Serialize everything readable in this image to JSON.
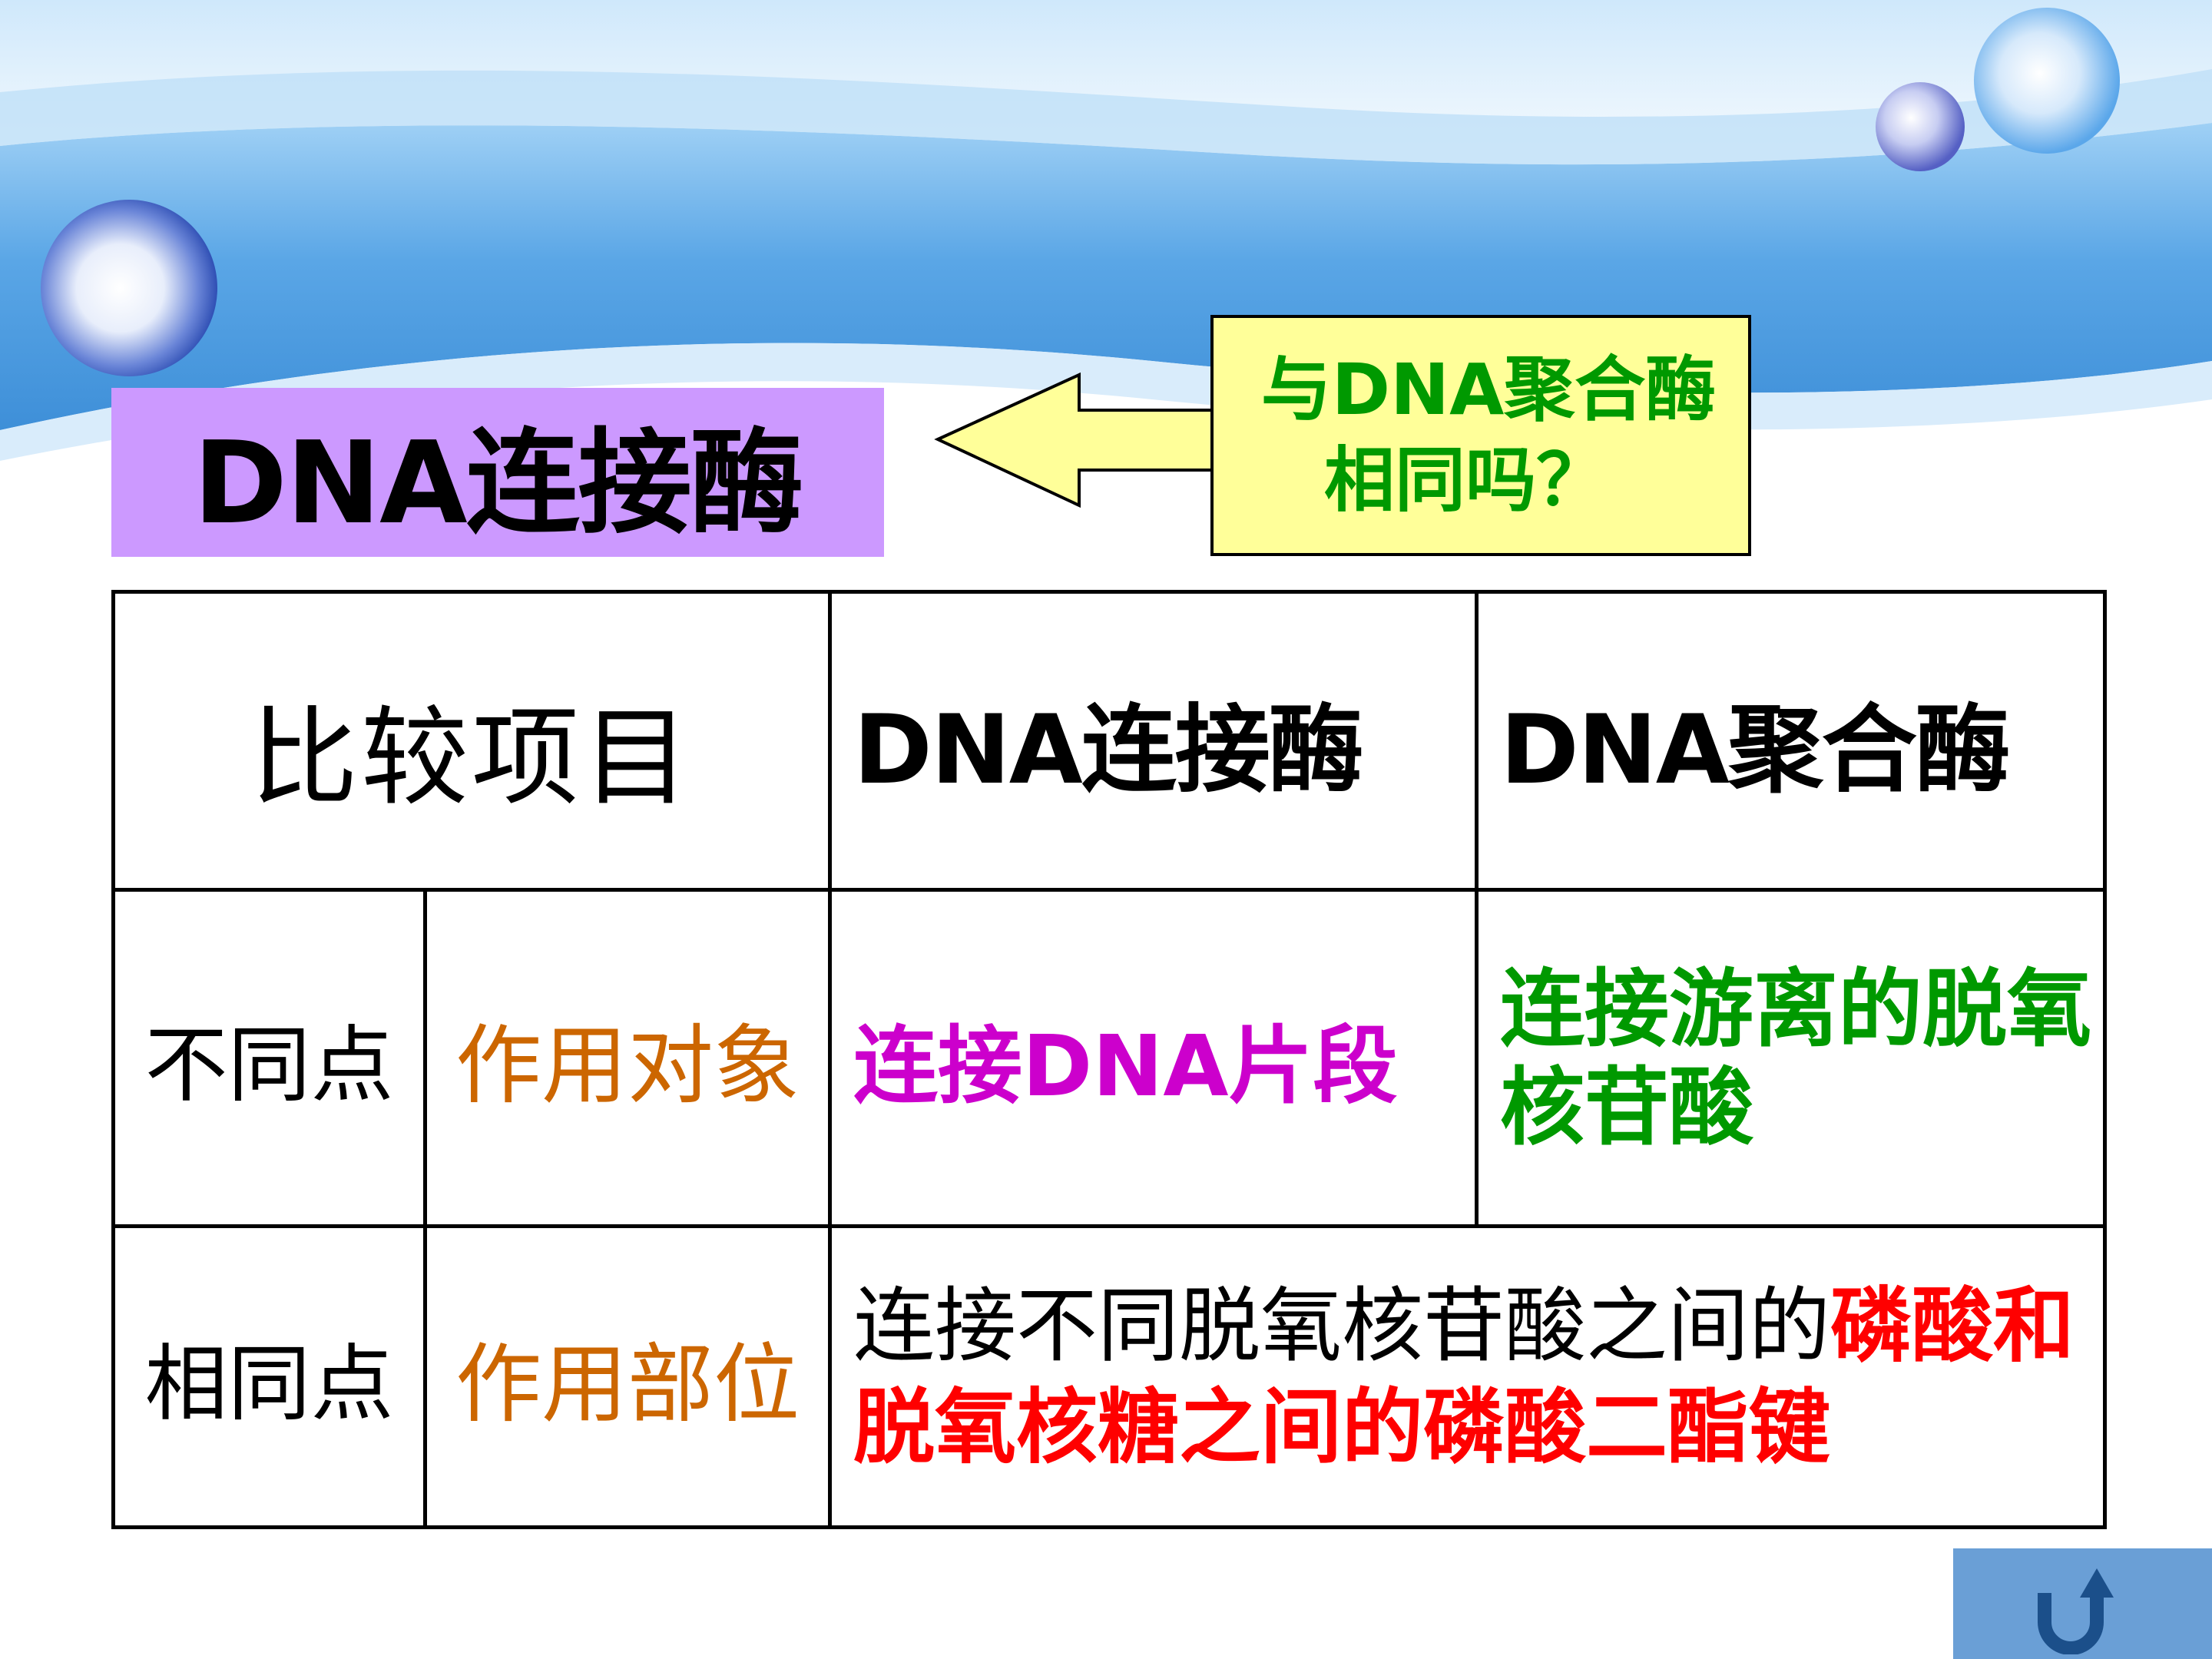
{
  "title": "DNA连接酶",
  "callout": {
    "line1": "与DNA聚合酶",
    "line2": "相同吗？"
  },
  "table": {
    "header": {
      "compare": "比较项目",
      "col1": "DNA连接酶",
      "col2": "DNA聚合酶"
    },
    "diff_row": {
      "label": "不同点",
      "aspect": "作用对象",
      "ligase": "连接DNA片段",
      "polymerase": "连接游离的脱氧核苷酸"
    },
    "same_row": {
      "label": "相同点",
      "aspect": "作用部位",
      "text_black": "连接不同脱氧核苷酸之间的",
      "text_red": "磷酸和脱氧核糖之间的磷酸二酯键"
    }
  },
  "colors": {
    "title_bg": "#cc99ff",
    "callout_bg": "#ffff99",
    "aspect_text": "#cc6600",
    "ligase_text": "#cc00cc",
    "polymerase_text": "#009900",
    "highlight_text": "#ff0000",
    "header_band": "#5aa6e6",
    "back_button": "#6a9fd6"
  },
  "nav": {
    "back_icon": "u-turn-arrow-icon"
  }
}
